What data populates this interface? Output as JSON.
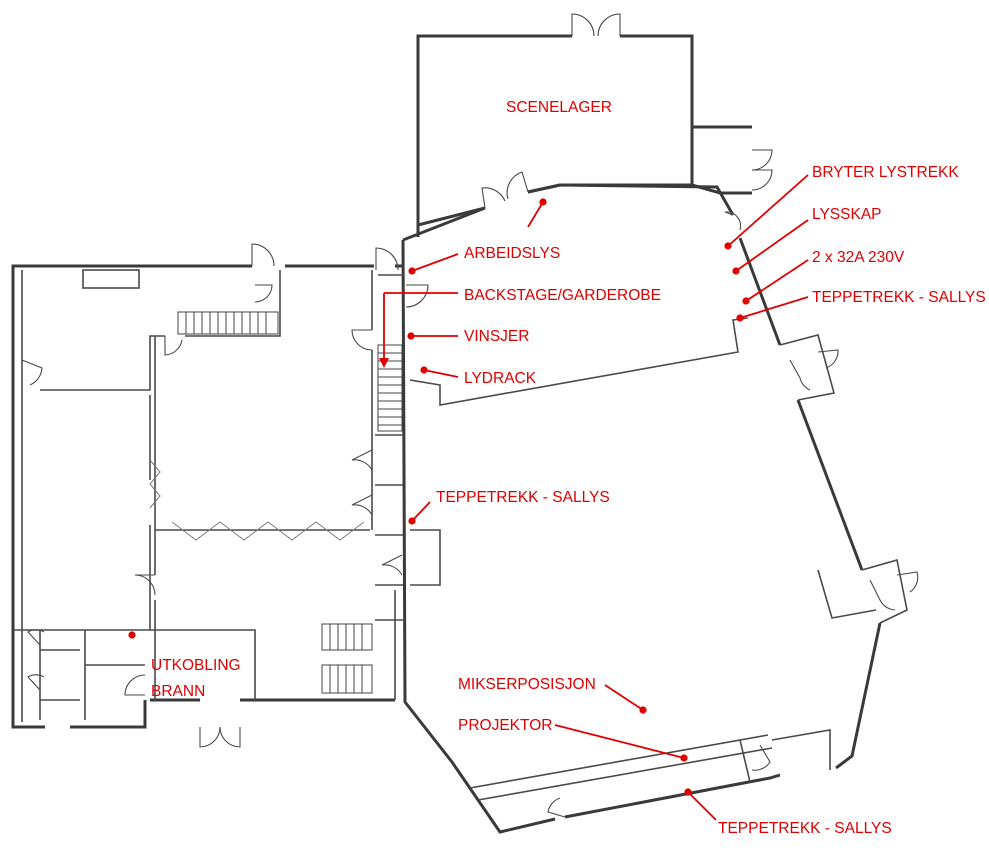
{
  "colors": {
    "label": "#e00000",
    "wall": "#3a3a3a"
  },
  "labels": {
    "scenelager": "SCENELAGER",
    "bryter_lystrekk": "BRYTER LYSTREKK",
    "lysskap": "LYSSKAP",
    "power": "2 x 32A 230V",
    "teppetrekk_1": "TEPPETREKK - SALLYS",
    "arbeidslys": "ARBEIDSLYS",
    "backstage": "BACKSTAGE/GARDEROBE",
    "vinsjer": "VINSJER",
    "lydrack": "LYDRACK",
    "teppetrekk_2": "TEPPETREKK - SALLYS",
    "utkobling": "UTKOBLING",
    "brann": "BRANN",
    "mikserposisjon": "MIKSERPOSISJON",
    "projektor": "PROJEKTOR",
    "teppetrekk_3": "TEPPETREKK - SALLYS"
  }
}
